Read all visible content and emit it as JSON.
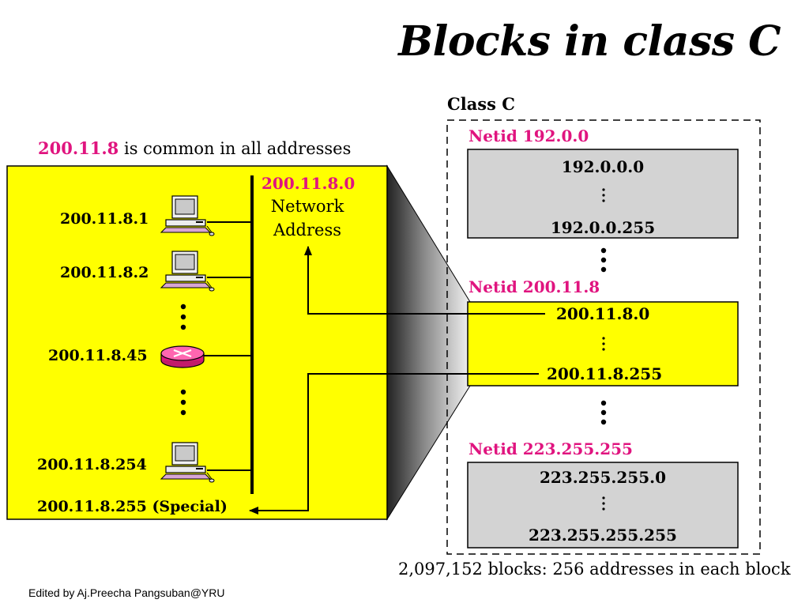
{
  "title": "Blocks in class C",
  "common_note": {
    "prefix": "200.11.8",
    "text": " is common in all addresses"
  },
  "network": {
    "address_value": "200.11.8.0",
    "address_label_line1": "Network",
    "address_label_line2": "Address",
    "hosts": [
      {
        "address": "200.11.8.1",
        "device": "computer-icon"
      },
      {
        "address": "200.11.8.2",
        "device": "computer-icon"
      },
      {
        "address": "200.11.8.45",
        "device": "router-icon"
      },
      {
        "address": "200.11.8.254",
        "device": "computer-icon"
      }
    ],
    "special": "200.11.8.255 (Special)"
  },
  "class_c": {
    "label": "Class C",
    "blocks": [
      {
        "netid": "Netid 192.0.0",
        "first": "192.0.0.0",
        "last": "192.0.0.255",
        "color": "#d3d3d3"
      },
      {
        "netid": "Netid 200.11.8",
        "first": "200.11.8.0",
        "last": "200.11.8.255",
        "color": "#ffff00"
      },
      {
        "netid": "Netid 223.255.255",
        "first": "223.255.255.0",
        "last": "223.255.255.255",
        "color": "#d3d3d3"
      }
    ],
    "summary": "2,097,152 blocks: 256 addresses in each block"
  },
  "credit": "Edited by Aj.Preecha  Pangsuban@YRU",
  "colors": {
    "yellow": "#ffff00",
    "gray": "#d3d3d3",
    "magenta": "#e0147f"
  }
}
